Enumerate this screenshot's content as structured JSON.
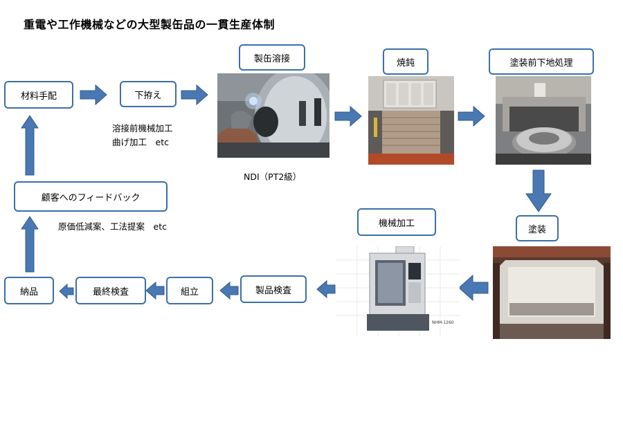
{
  "title": "重電や工作機械などの大型製缶品の一貫生産体制",
  "steps": {
    "material": "材料手配",
    "prep": "下拵え",
    "welding": "製缶溶接",
    "annealing": "焼鈍",
    "pretreat": "塗装前下地処理",
    "painting": "塗装",
    "machining": "機械加工",
    "inspection": "製品検査",
    "assembly": "組立",
    "final": "最終検査",
    "delivery": "納品",
    "feedback": "顧客へのフィードバック"
  },
  "notes": {
    "prep_line1": "溶接前機械加工",
    "prep_line2": "曲げ加工　etc",
    "ndi": "NDI（PT2級）",
    "feedback": "原価低減案、工法提案　etc"
  },
  "machine_badge": "NHM-1260",
  "colors": {
    "arrow": "#4a78b3",
    "arrow_edge": "#2f5a8c",
    "box_border": "#3a6fa8"
  }
}
